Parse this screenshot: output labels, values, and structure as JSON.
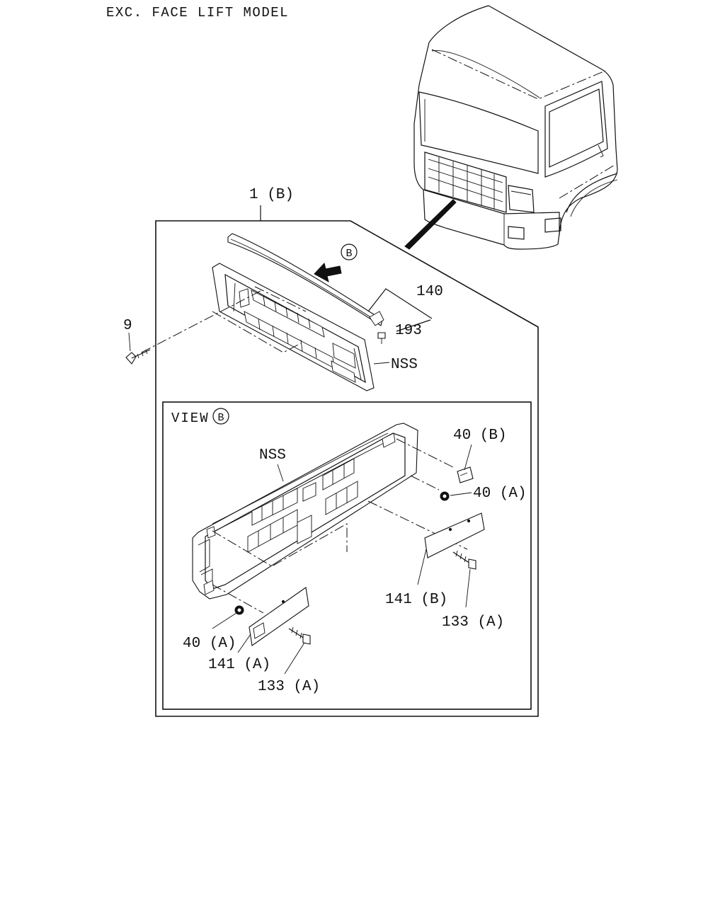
{
  "title": "EXC. FACE LIFT MODEL",
  "labels": {
    "assembly": "1 (B)",
    "part_140": "140",
    "part_193": "193",
    "part_9": "9",
    "nss_top": "NSS",
    "view_title": "VIEW",
    "view_marker": "B",
    "arrow_marker": "B",
    "nss_view": "NSS",
    "part_40b": "40 (B)",
    "part_40a_right": "40 (A)",
    "part_141b": "141 (B)",
    "part_133a_right": "133 (A)",
    "part_40a_left": "40 (A)",
    "part_141a": "141 (A)",
    "part_133a_left": "133 (A)"
  }
}
